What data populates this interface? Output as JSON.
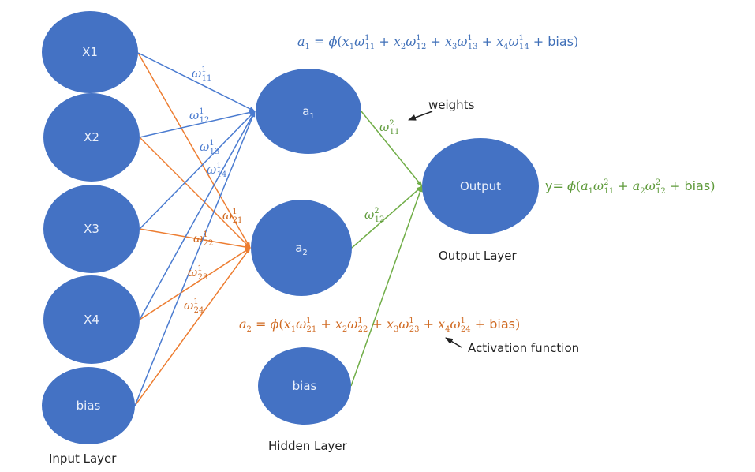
{
  "colors": {
    "node_fill": "#4472c4",
    "layer1_to_a1": "#4a7bd0",
    "layer1_to_a2": "#ed7d31",
    "layer2": "#70ad47",
    "eq_a1": "#3f6fb8",
    "eq_a2": "#d06a22",
    "eq_y": "#5e9a3a",
    "arrow": "#222222"
  },
  "nodes": {
    "input": [
      {
        "id": "x1",
        "label": "X1"
      },
      {
        "id": "x2",
        "label": "X2"
      },
      {
        "id": "x3",
        "label": "X3"
      },
      {
        "id": "x4",
        "label": "X4"
      },
      {
        "id": "bias_in",
        "label": "bias"
      }
    ],
    "hidden": [
      {
        "id": "a1",
        "label": "a",
        "sub": "1"
      },
      {
        "id": "a2",
        "label": "a",
        "sub": "2"
      },
      {
        "id": "bias_hidden",
        "label": "bias"
      }
    ],
    "output": [
      {
        "id": "out",
        "label": "Output"
      }
    ]
  },
  "layer_labels": {
    "input": "Input Layer",
    "hidden": "Hidden Layer",
    "output": "Output Layer"
  },
  "edges": {
    "to_a1": [
      "x1",
      "x2",
      "x3",
      "x4",
      "bias_in"
    ],
    "to_a2": [
      "x1",
      "x2",
      "x3",
      "x4",
      "bias_in"
    ],
    "to_out": [
      "a1",
      "a2",
      "bias_hidden"
    ]
  },
  "weight_labels": {
    "w11_1": {
      "sym": "ω",
      "sup": "1",
      "sub": "11"
    },
    "w12_1": {
      "sym": "ω",
      "sup": "1",
      "sub": "12"
    },
    "w13_1": {
      "sym": "ω",
      "sup": "1",
      "sub": "13"
    },
    "w14_1": {
      "sym": "ω",
      "sup": "1",
      "sub": "14"
    },
    "w21_1": {
      "sym": "ω",
      "sup": "1",
      "sub": "21"
    },
    "w22_1": {
      "sym": "ω",
      "sup": "1",
      "sub": "22"
    },
    "w23_1": {
      "sym": "ω",
      "sup": "1",
      "sub": "23"
    },
    "w24_1": {
      "sym": "ω",
      "sup": "1",
      "sub": "24"
    },
    "w11_2": {
      "sym": "ω",
      "sup": "2",
      "sub": "11"
    },
    "w12_2": {
      "sym": "ω",
      "sup": "2",
      "sub": "12"
    }
  },
  "equations": {
    "a1": "a₁ = ϕ(x₁ω¹₁₁ + x₂ω¹₁₂ + x₃ω¹₁₃ + x₄ω¹₁₄ + bias)",
    "a2": "a₂ = ϕ(x₁ω¹₂₁ + x₂ω¹₂₂ + x₃ω¹₂₃ + x₄ω¹₂₄ + bias)",
    "y": "y= ϕ(a₁ω²₁₁ + a₂ω²₁₂ + bias)"
  },
  "eq_parts": {
    "phi": "ϕ",
    "bias": "bias",
    "plus": "+",
    "equals": "=",
    "y_prefix": "y=",
    "open": "(",
    "close": ")"
  },
  "annotations": {
    "weights": "weights",
    "activation": "Activation function"
  }
}
